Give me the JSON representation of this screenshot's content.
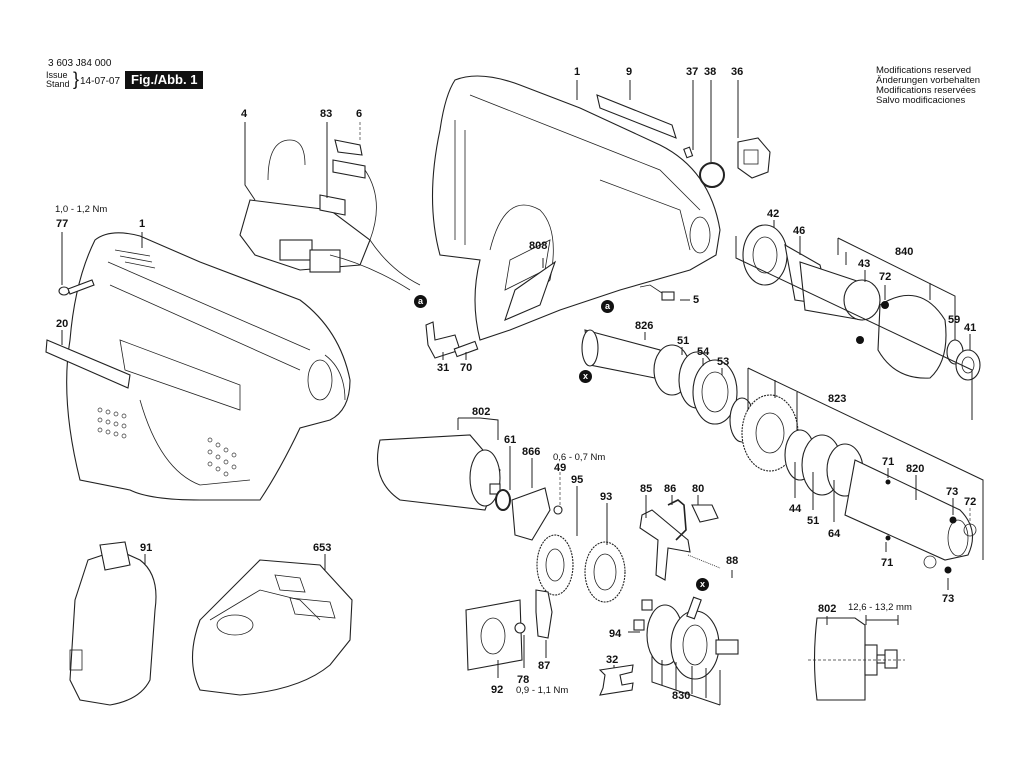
{
  "header": {
    "part_number": "3 603 J84 000",
    "issue_label_1": "Issue",
    "issue_label_2": "Stand",
    "issue_date": "14-07-07",
    "figure_label": "Fig./Abb. 1"
  },
  "notice": [
    "Modifications reserved",
    "Änderungen vorbehalten",
    "Modifications reservées",
    "Salvo modificaciones"
  ],
  "torque_specs": {
    "t77": "1,0 - 1,2 Nm",
    "t49": "0,6 - 0,7 Nm",
    "t78": "0,9 - 1,1 Nm"
  },
  "dimension_note": "12,6 - 13,2 mm",
  "connector_markers": {
    "a": "a",
    "x": "x"
  },
  "parts": {
    "p1_left": "1",
    "p1_right": "1",
    "p4": "4",
    "p5": "5",
    "p6": "6",
    "p9": "9",
    "p20": "20",
    "p31": "31",
    "p32": "32",
    "p36": "36",
    "p37": "37",
    "p38": "38",
    "p41": "41",
    "p42": "42",
    "p43": "43",
    "p44": "44",
    "p46": "46",
    "p49": "49",
    "p51a": "51",
    "p51b": "51",
    "p53": "53",
    "p54": "54",
    "p59": "59",
    "p61": "61",
    "p64": "64",
    "p70": "70",
    "p71a": "71",
    "p71b": "71",
    "p72a": "72",
    "p72b": "72",
    "p73a": "73",
    "p73b": "73",
    "p77": "77",
    "p78": "78",
    "p80": "80",
    "p83": "83",
    "p85": "85",
    "p86": "86",
    "p87": "87",
    "p88": "88",
    "p91": "91",
    "p92": "92",
    "p93": "93",
    "p94": "94",
    "p95": "95",
    "p653": "653",
    "p802a": "802",
    "p802b": "802",
    "p808": "808",
    "p820": "820",
    "p823": "823",
    "p826": "826",
    "p830": "830",
    "p840": "840",
    "p866": "866"
  }
}
